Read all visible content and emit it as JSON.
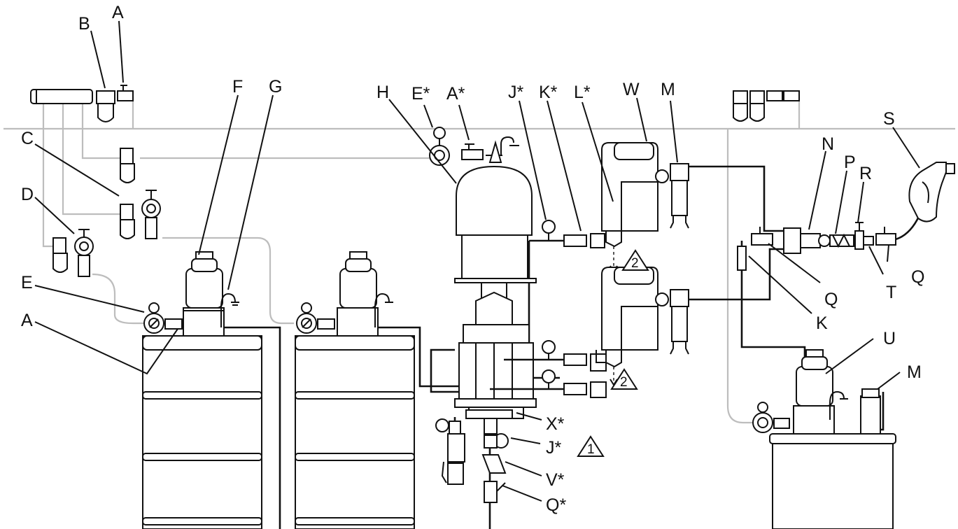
{
  "callouts": {
    "A_top": "A",
    "B": "B",
    "C": "C",
    "D": "D",
    "E": "E",
    "A_left": "A",
    "F": "F",
    "G": "G",
    "H": "H",
    "E_star": "E*",
    "A_star": "A*",
    "J_star_top": "J*",
    "K_star": "K*",
    "L_star": "L*",
    "W": "W",
    "M_top": "M",
    "N": "N",
    "P": "P",
    "R": "R",
    "S": "S",
    "Q_right": "Q",
    "Q_mid": "Q",
    "T": "T",
    "K": "K",
    "U": "U",
    "M_bottom": "M",
    "X_star": "X*",
    "J_star_bottom": "J*",
    "V_star": "V*",
    "Q_star": "Q*"
  },
  "warning_triangles": {
    "one": "1",
    "two_upper": "2",
    "two_lower": "2"
  }
}
